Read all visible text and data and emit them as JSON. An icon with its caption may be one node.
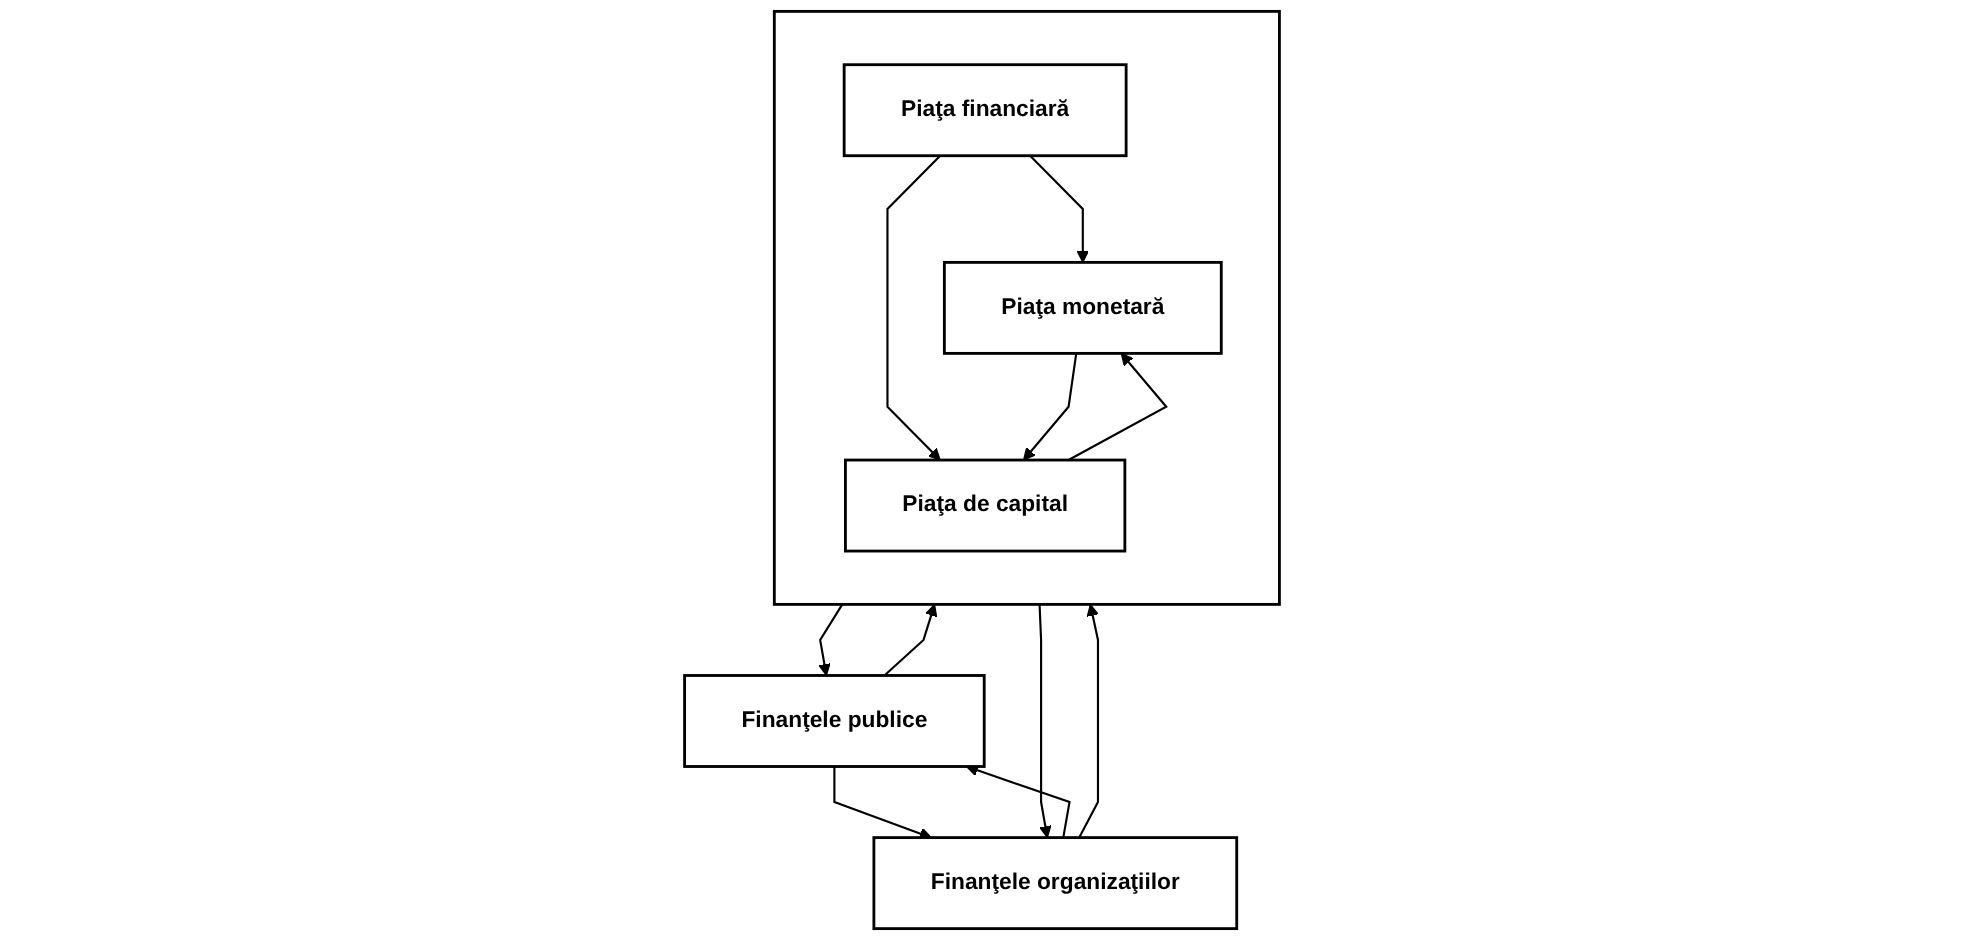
{
  "diagram": {
    "nodes": [
      {
        "text": [
          "Finanţele publice"
        ]
      },
      {
        "text": [
          "Finanţele organizaţiilor"
        ]
      },
      {
        "text": [],
        "shape": "box"
      },
      {
        "text": [
          "Piaţa financiară"
        ],
        "in": 2
      },
      {
        "text": [
          "Piaţa monetară"
        ],
        "in": 2
      },
      {
        "text": [
          "Piaţa de capital"
        ],
        "in": 2
      }
    ],
    "edges": [
      {
        "from": 0,
        "to": 1,
        "arrow": "to"
      },
      {
        "from": 1,
        "to": 0,
        "arrow": "to"
      },
      {
        "from": 2,
        "to": 0,
        "arrow": "to"
      },
      {
        "from": 0,
        "to": 2,
        "arrow": "to"
      },
      {
        "from": 1,
        "to": 2,
        "arrow": "to"
      },
      {
        "from": 2,
        "to": 1,
        "arrow": "to"
      },
      {
        "from": 3,
        "to": 4,
        "arrow": "to"
      },
      {
        "from": 3,
        "to": 5,
        "arrow": "to"
      },
      {
        "from": 4,
        "to": 5,
        "arrow": "to"
      },
      {
        "from": 5,
        "to": 4,
        "arrow": "to"
      }
    ]
  }
}
